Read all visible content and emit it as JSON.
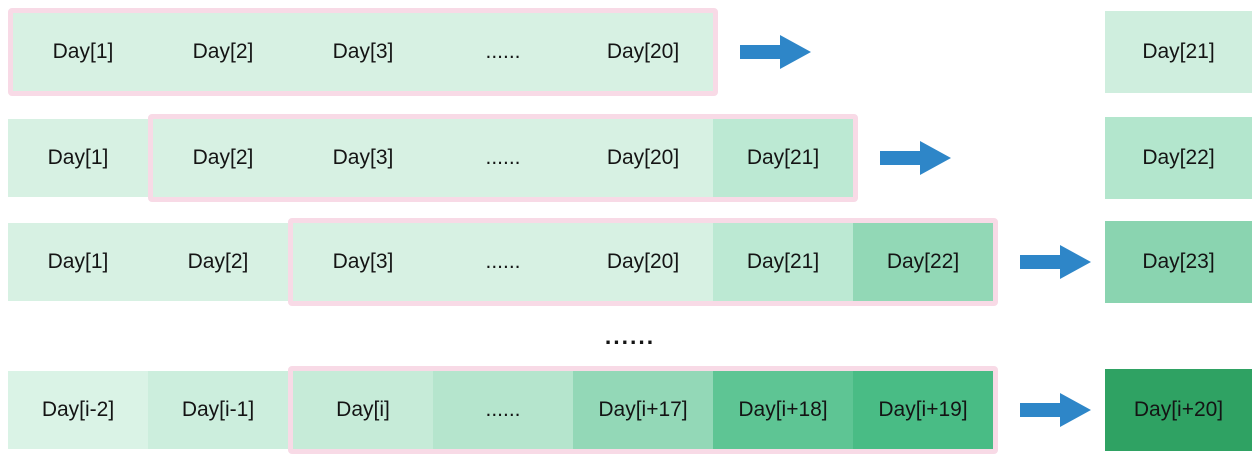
{
  "figure": {
    "background": "#ffffff",
    "window_border_color": "#f8dae6",
    "arrow_color": "#2e86c8",
    "text_color": "#141414",
    "ellipsis": "......"
  },
  "rows": [
    {
      "name": "step-1",
      "outside_cells": [],
      "window_cells": [
        {
          "label": "Day[1]",
          "color": "#d7f1e3"
        },
        {
          "label": "Day[2]",
          "color": "#d7f1e3"
        },
        {
          "label": "Day[3]",
          "color": "#d7f1e3"
        },
        {
          "label": "......",
          "color": "#d7f1e3"
        },
        {
          "label": "Day[20]",
          "color": "#d7f1e3"
        }
      ],
      "result": {
        "label": "Day[21]",
        "color": "#cfeede"
      }
    },
    {
      "name": "step-2",
      "outside_cells": [
        {
          "label": "Day[1]",
          "color": "#d7f1e3"
        }
      ],
      "window_cells": [
        {
          "label": "Day[2]",
          "color": "#d7f1e3"
        },
        {
          "label": "Day[3]",
          "color": "#d7f1e3"
        },
        {
          "label": "......",
          "color": "#d7f1e3"
        },
        {
          "label": "Day[20]",
          "color": "#d7f1e3"
        },
        {
          "label": "Day[21]",
          "color": "#bce9d3"
        }
      ],
      "result": {
        "label": "Day[22]",
        "color": "#b3e6cd"
      }
    },
    {
      "name": "step-3",
      "outside_cells": [
        {
          "label": "Day[1]",
          "color": "#d7f1e3"
        },
        {
          "label": "Day[2]",
          "color": "#d7f1e3"
        }
      ],
      "window_cells": [
        {
          "label": "Day[3]",
          "color": "#d7f1e3"
        },
        {
          "label": "......",
          "color": "#d7f1e3"
        },
        {
          "label": "Day[20]",
          "color": "#d7f1e3"
        },
        {
          "label": "Day[21]",
          "color": "#bce9d3"
        },
        {
          "label": "Day[22]",
          "color": "#92d8b6"
        }
      ],
      "result": {
        "label": "Day[23]",
        "color": "#8ad4b0"
      }
    },
    {
      "name": "step-i",
      "outside_cells": [
        {
          "label": "Day[i-2]",
          "color": "#daf3e6"
        },
        {
          "label": "Day[i-1]",
          "color": "#cceedd"
        }
      ],
      "window_cells": [
        {
          "label": "Day[i]",
          "color": "#c6ebd8"
        },
        {
          "label": "......",
          "color": "#b5e5cd"
        },
        {
          "label": "Day[i+17]",
          "color": "#93d8b7"
        },
        {
          "label": "Day[i+18]",
          "color": "#5ec594"
        },
        {
          "label": "Day[i+19]",
          "color": "#49bc85"
        }
      ],
      "result": {
        "label": "Day[i+20]",
        "color": "#2fa263"
      }
    }
  ]
}
